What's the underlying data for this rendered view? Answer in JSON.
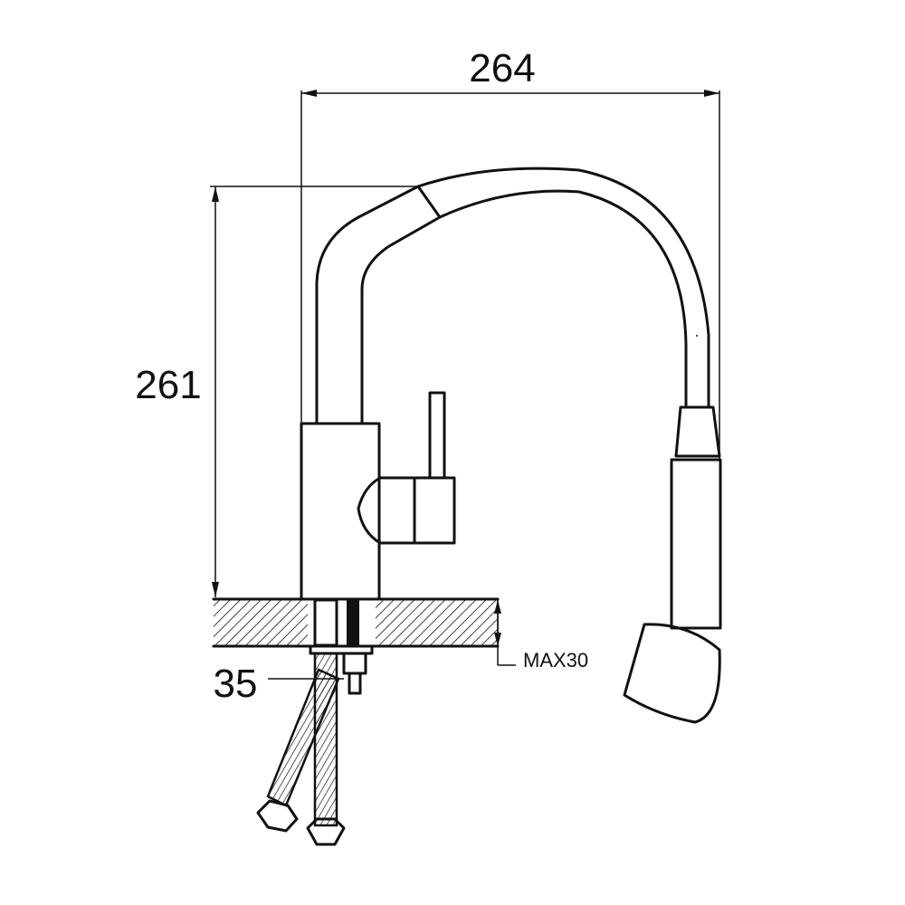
{
  "dimensions": {
    "width_label": "264",
    "height_label": "261",
    "hose_label": "35",
    "deck_label": "MAX30"
  },
  "colors": {
    "line": "#111111",
    "background": "#ffffff"
  }
}
